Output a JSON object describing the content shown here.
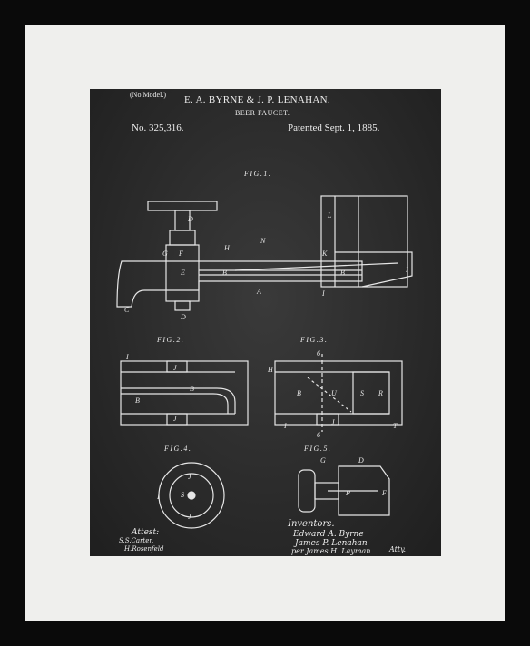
{
  "patent": {
    "no_model": "(No Model.)",
    "inventors_line": "E. A. BYRNE & J. P. LENAHAN.",
    "title": "BEER FAUCET.",
    "number": "No. 325,316.",
    "date": "Patented Sept. 1, 1885."
  },
  "figures": {
    "fig1": "FIG.1.",
    "fig2": "FIG.2.",
    "fig3": "FIG.3.",
    "fig4": "FIG.4.",
    "fig5": "FIG.5."
  },
  "footer": {
    "attest": "Attest:",
    "witness1": "S.S.Carter.",
    "witness2": "H.Rosenfeld",
    "inventors_label": "Inventors.",
    "inventor1": "Edward A. Byrne",
    "inventor2": "James P. Lenahan",
    "attorney": "per James H. Layman",
    "atty": "Atty."
  },
  "colors": {
    "frame": "#0a0a0a",
    "mat": "#efefed",
    "chalkboard": "#2b2b2b",
    "chalk": "#ececec"
  }
}
